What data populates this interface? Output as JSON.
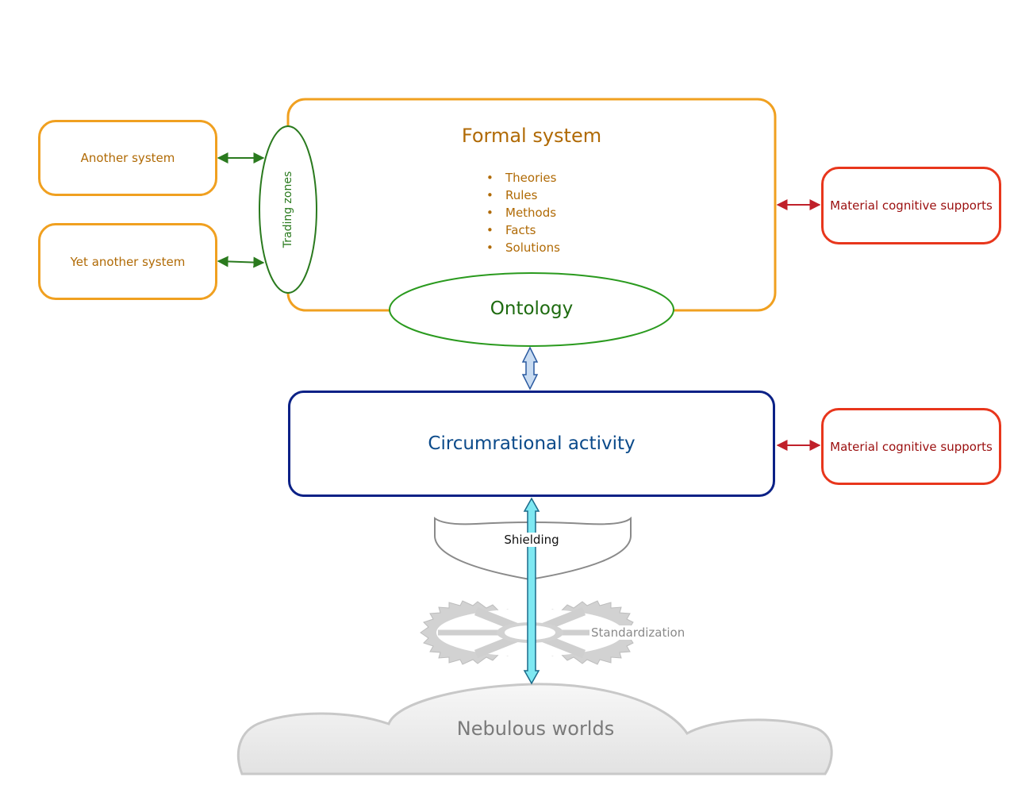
{
  "formal_system": {
    "title": "Formal system",
    "items": [
      "Theories",
      "Rules",
      "Methods",
      "Facts",
      "Solutions"
    ]
  },
  "another_system": "Another system",
  "yet_another_system": "Yet another system",
  "trading_zones": "Trading zones",
  "ontology": "Ontology",
  "circumrational_activity": "Circumrational activity",
  "material_supports": [
    "Material cognitive supports",
    "Material cognitive supports"
  ],
  "shielding": "Shielding",
  "standardization": "Standardization",
  "nebulous_worlds": "Nebulous worlds",
  "colors": {
    "orange": "#f0a020",
    "orange_text": "#b06a05",
    "green": "#2a7a1e",
    "red": "#e8361c",
    "dark_red": "#9b0f0f",
    "blue": "#0b2186",
    "gray": "#9a9a9a"
  }
}
